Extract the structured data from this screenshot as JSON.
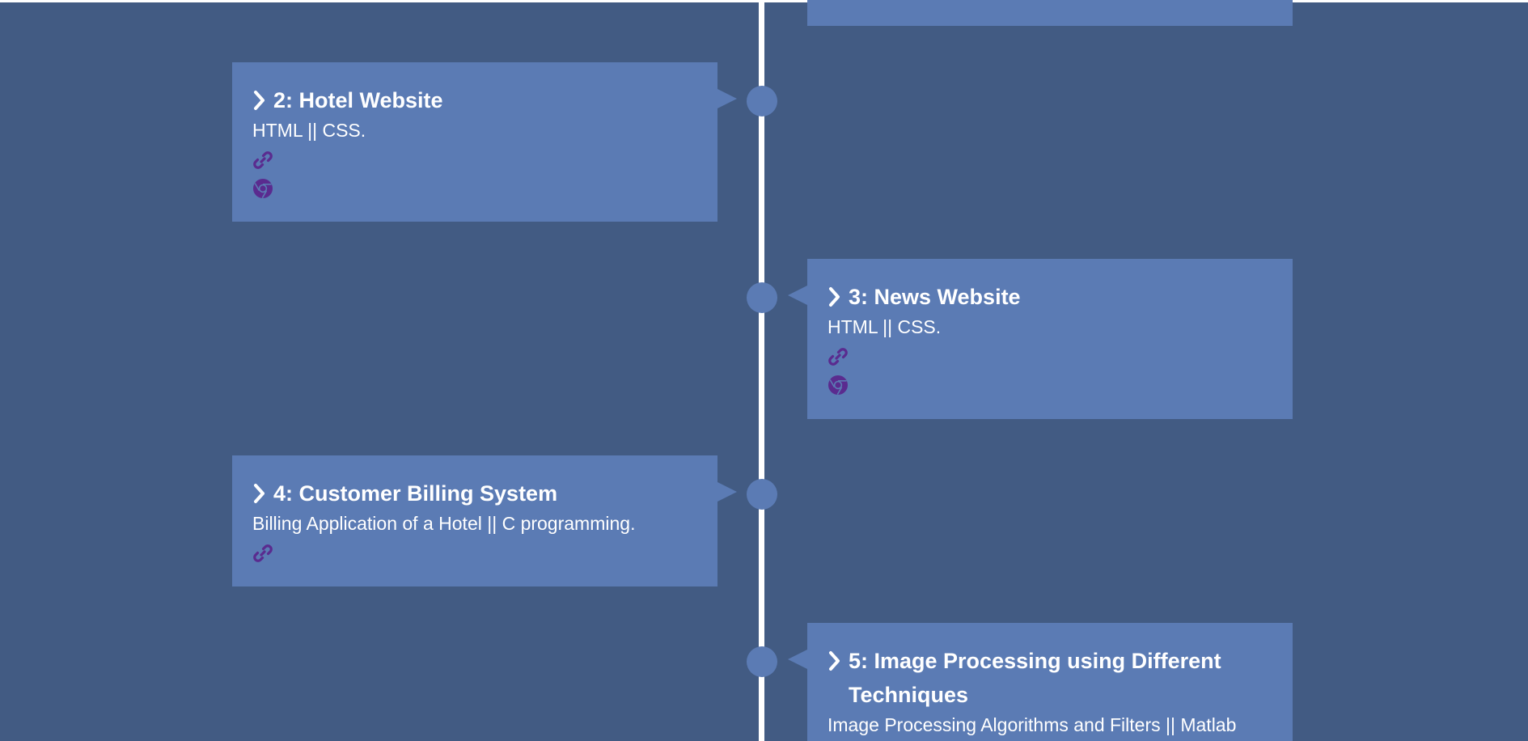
{
  "timeline": {
    "items": [
      {
        "title": "2: Hotel Website",
        "description": "HTML || CSS.",
        "links": [
          "link-icon",
          "chrome-icon"
        ]
      },
      {
        "title": "3: News Website",
        "description": "HTML || CSS.",
        "links": [
          "link-icon",
          "chrome-icon"
        ]
      },
      {
        "title": "4: Customer Billing System",
        "description": "Billing Application of a Hotel || C programming.",
        "links": [
          "link-icon"
        ]
      },
      {
        "title": "5: Image Processing using Different Techniques",
        "description": "Image Processing Algorithms and Filters || Matlab",
        "links": []
      }
    ]
  },
  "colors": {
    "background": "#425b83",
    "card": "#5b7bb4",
    "line": "#ffffff",
    "icon": "#5a2b8f"
  },
  "icons": {
    "title": "chevron-right-icon",
    "link": "link-icon",
    "site": "chrome-icon"
  }
}
